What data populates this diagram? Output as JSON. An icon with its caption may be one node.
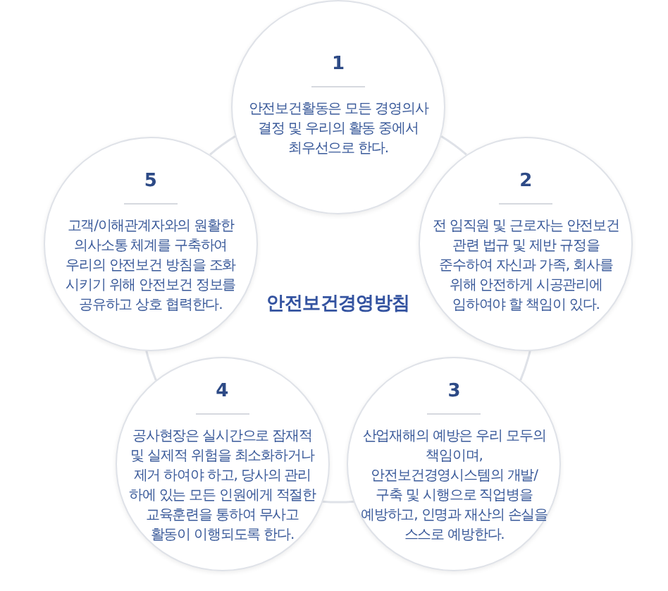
{
  "diagram": {
    "title": "안전보건경영방침",
    "nodes": [
      {
        "text": [
          "1",
          "안전보건활동은 모든 경영의사 결정 및 우리의 활동 중에서 최우선으로 한다."
        ]
      },
      {
        "text": [
          "2",
          "전 임직원 및 근로자는 안전보건 관련 법규 및 제반 규정을 준수하여 자신과 가족, 회사를 위해 안전하게 시공관리에 임하여야 할 책임이 있다."
        ]
      },
      {
        "text": [
          "3",
          "산업재해의 예방은 우리 모두의 책임이며, 안전보건경영시스템의 개발/구축 및 시행으로 직업병을 예방하고, 인명과 재산의 손실을 스스로 예방한다."
        ]
      },
      {
        "text": [
          "4",
          "공사현장은 실시간으로 잠재적 및 실제적 위험을 최소화하거나 제거 하여야 하고, 당사의 관리 하에 있는 모든 인원에게 적절한 교육훈련을 통하여 무사고 활동이 이행되도록 한다."
        ]
      },
      {
        "text": [
          "5",
          "고객/이해관계자와의 원활한 의사소통 체계를 구축하여 우리의 안전보건 방침을 조화 시키기 위해 안전보건 정보를 공유하고 상호 협력한다."
        ]
      }
    ],
    "edges": [
      {
        "from": 0,
        "to": 1,
        "arrow": "none"
      },
      {
        "from": 1,
        "to": 2,
        "arrow": "none"
      },
      {
        "from": 2,
        "to": 3,
        "arrow": "none"
      },
      {
        "from": 3,
        "to": 4,
        "arrow": "none"
      },
      {
        "from": 4,
        "to": 0,
        "arrow": "none"
      }
    ]
  }
}
